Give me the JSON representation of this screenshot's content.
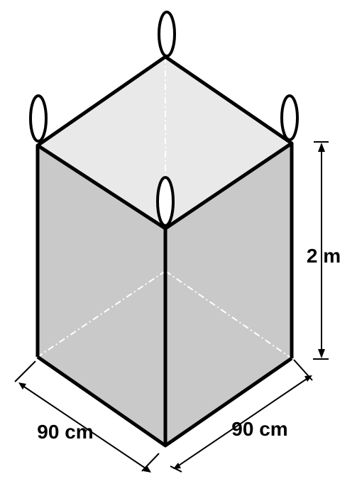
{
  "diagram": {
    "title": "",
    "dimensions": {
      "height": "2 m",
      "width_left": "90 cm",
      "width_right": "90 cm"
    },
    "colors": {
      "top_face": "#e9e9e9",
      "side_faces": "#c9c9c9",
      "edges": "#000000",
      "background": "#ffffff"
    },
    "lifting_loops": 4
  }
}
